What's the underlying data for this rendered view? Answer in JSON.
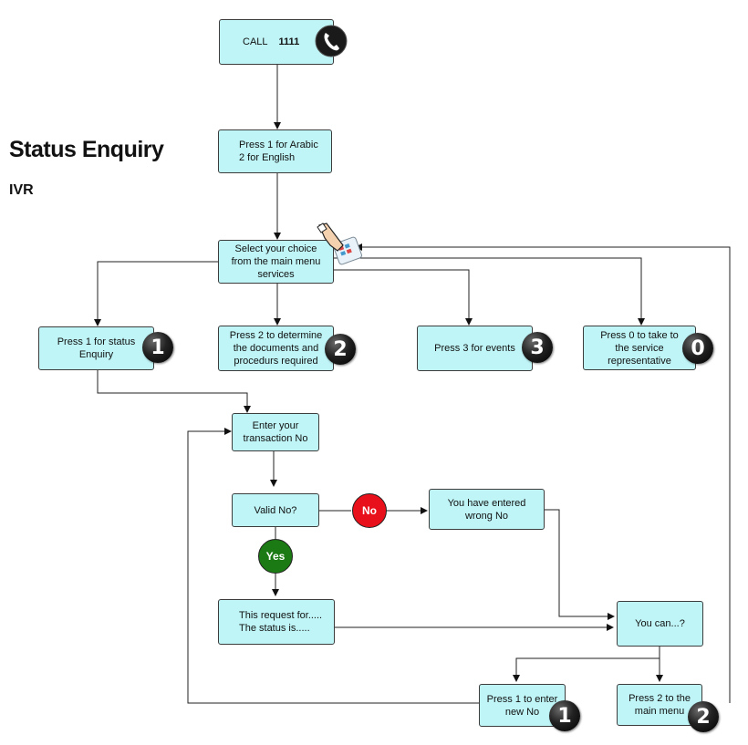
{
  "title": "Status Enquiry",
  "subtitle": "IVR",
  "call": {
    "label": "CALL",
    "number": "1111"
  },
  "boxes": {
    "language": "Press 1 for Arabic\n2 for English",
    "main_menu": "Select your choice\nfrom the main menu\nservices",
    "option1": "Press 1 for status\nEnquiry",
    "option2": "Press 2 to determine\nthe documents and\nprocedurs required",
    "option3": "Press 3 for events",
    "option0": "Press 0 to take to\nthe service\nrepresentative",
    "enter_no": "Enter your\ntransaction No",
    "valid": "Valid No?",
    "wrong": "You have entered\nwrong No",
    "status": "This request for.....\nThe status is.....",
    "you_can": "You can...?",
    "new_no": "Press 1 to enter\nnew No",
    "main_menu_return": "Press 2 to the\nmain menu"
  },
  "badges": {
    "b1": "1",
    "b2": "2",
    "b3": "3",
    "b0": "0",
    "b1b": "1",
    "b2b": "2"
  },
  "decisions": {
    "no": "No",
    "yes": "Yes"
  },
  "colors": {
    "box_fill": "#bff5f7",
    "no_fill": "#e8101a",
    "yes_fill": "#1b7a14"
  },
  "icons": {
    "call": "phone-icon",
    "menu": "hand-pressing-keypad-icon"
  }
}
